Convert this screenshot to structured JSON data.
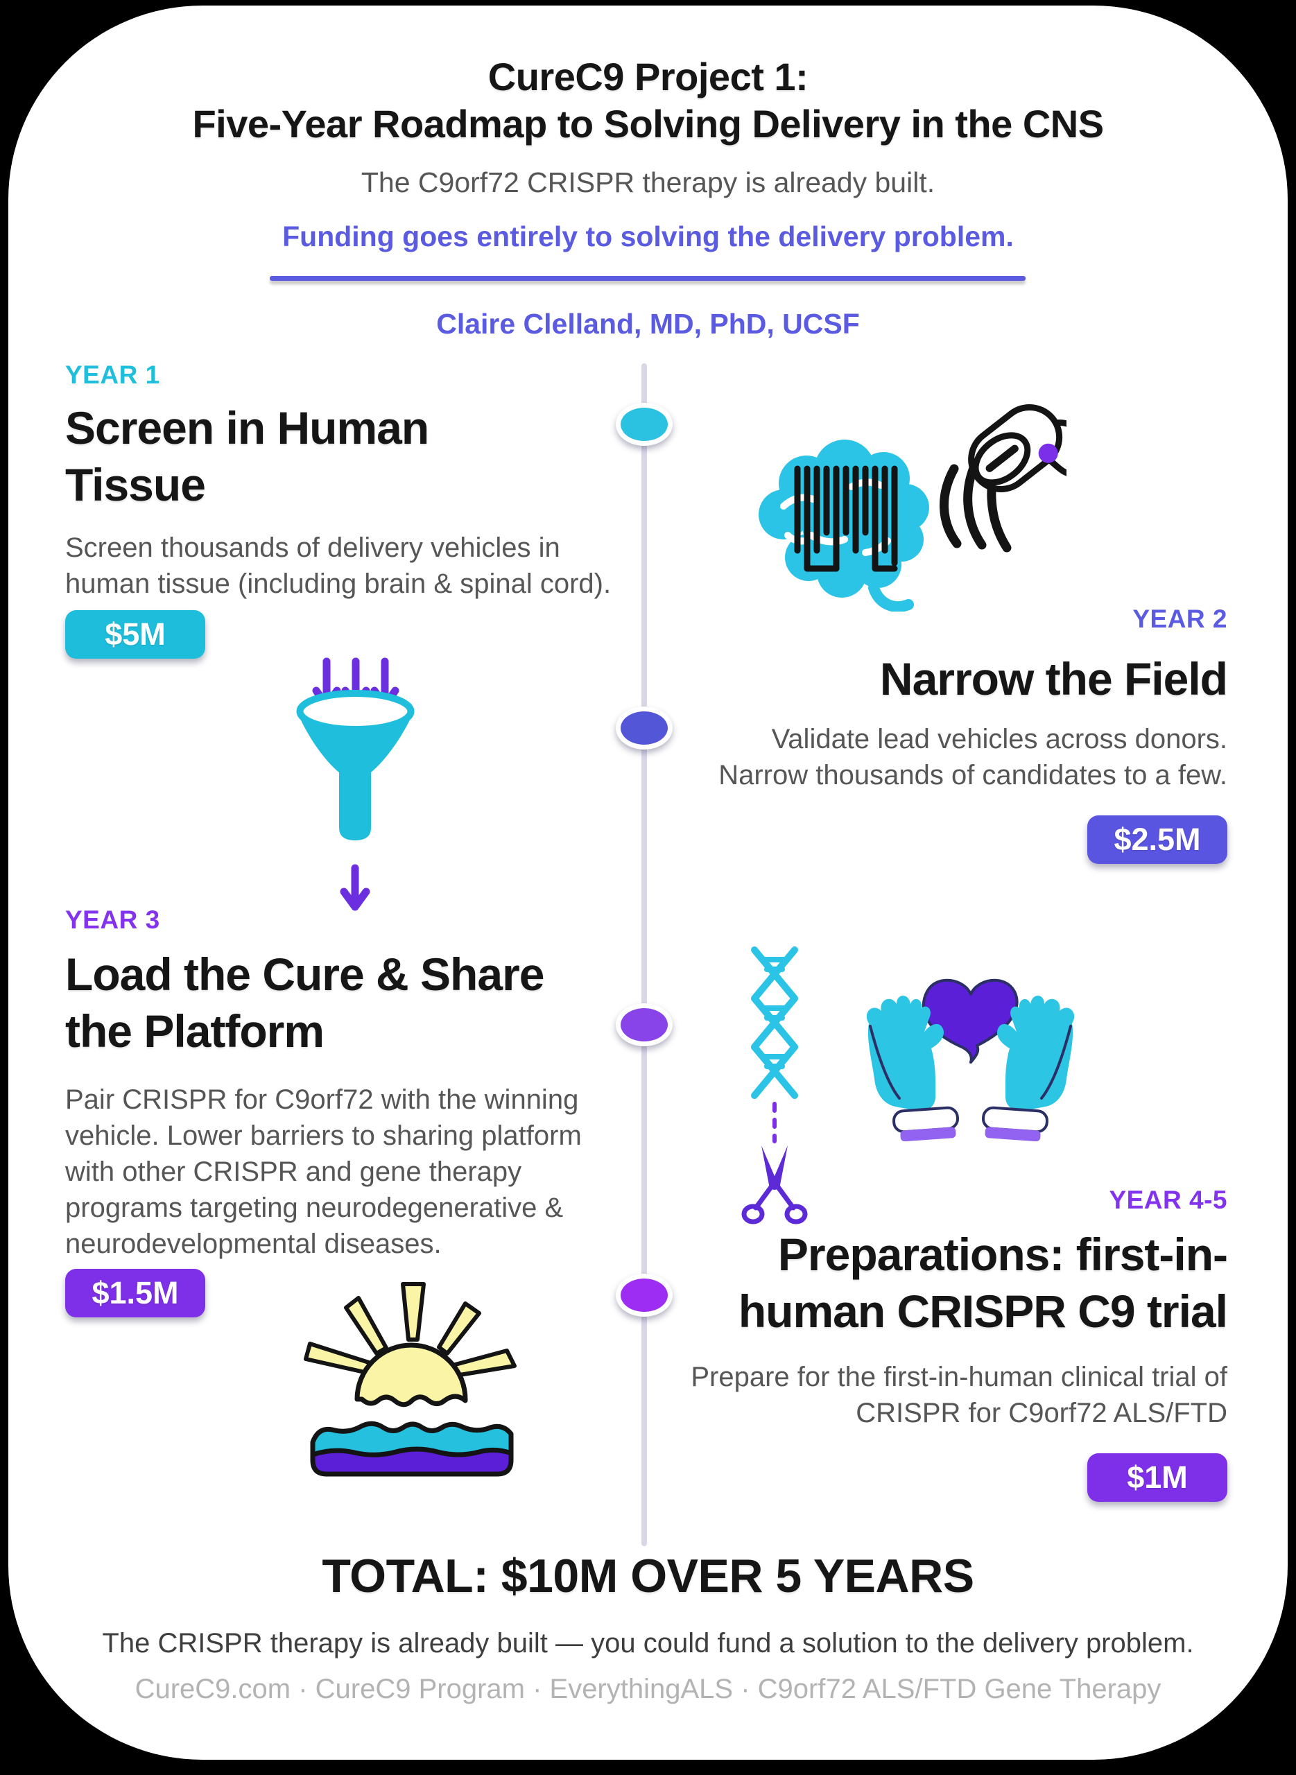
{
  "page": {
    "background": "#000000"
  },
  "card": {
    "background": "#FFFFFF"
  },
  "header": {
    "title_line1": "CureC9 Project 1:",
    "title_line2": "Five-Year Roadmap to Solving Delivery in the CNS",
    "subtitle": "The C9orf72 CRISPR therapy is already built.",
    "funding_note": "Funding goes entirely to solving the delivery problem.",
    "author": "Claire Clelland, MD, PhD, UCSF",
    "accent_color": "#5A5BE0"
  },
  "timeline": {
    "track_color": "#D9D6E8"
  },
  "milestones": [
    {
      "id": "year-1",
      "year_label": "YEAR 1",
      "label_color": "#1EBEDC",
      "title": "Screen in Human Tissue",
      "description": "Screen thousands of delivery vehicles in human tissue (including brain & spinal cord).",
      "budget": "$5M",
      "budget_color": "#1DBDDB",
      "dot_color": "#2BC2E2",
      "icon": "funnel-screening-icon"
    },
    {
      "id": "year-2",
      "year_label": "YEAR 2",
      "label_color": "#5A5BE0",
      "title": "Narrow the Field",
      "description": "Validate lead vehicles across donors. Narrow thousands of candidates to a few.",
      "budget": "$2.5M",
      "budget_color": "#5A55E0",
      "dot_color": "#5456D8",
      "icon": "brain-barcode-scanner-icon"
    },
    {
      "id": "year-3",
      "year_label": "YEAR 3",
      "label_color": "#8333EE",
      "title": "Load the Cure & Share the Platform",
      "description": "Pair CRISPR for C9orf72 with the winning vehicle. Lower barriers to sharing platform with other CRISPR and gene therapy programs targeting neurodegenerative & neurodevelopmental diseases.",
      "budget": "$1.5M",
      "budget_color": "#7E2FE8",
      "dot_color": "#8844E8",
      "icon": "dna-scissors-icon / hands-holding-heart-icon"
    },
    {
      "id": "year-4-5",
      "year_label": "YEAR 4-5",
      "label_color": "#8333EE",
      "title": "Preparations: first-in-human CRISPR C9 trial",
      "description": "Prepare for the first-in-human clinical trial of CRISPR for C9orf72 ALS/FTD",
      "budget": "$1M",
      "budget_color": "#7E2FE8",
      "dot_color": "#9D2DF3",
      "icon": "sunrise-over-water-icon"
    }
  ],
  "footer": {
    "total": "TOTAL: $10M OVER 5 YEARS",
    "tagline": "The CRISPR therapy is already built — you could fund a solution to the delivery problem.",
    "links_line": "CureC9.com · CureC9 Program · EverythingALS · C9orf72 ALS/FTD Gene Therapy"
  },
  "colors": {
    "accent_cyan": "#1EBEDC",
    "accent_periwinkle": "#5A5BE0",
    "accent_violet": "#8333EE",
    "heading_text": "#161616",
    "body_text": "#565656",
    "tagline_text": "#3F3F3F",
    "footer_links_text": "#B3B3B3"
  }
}
